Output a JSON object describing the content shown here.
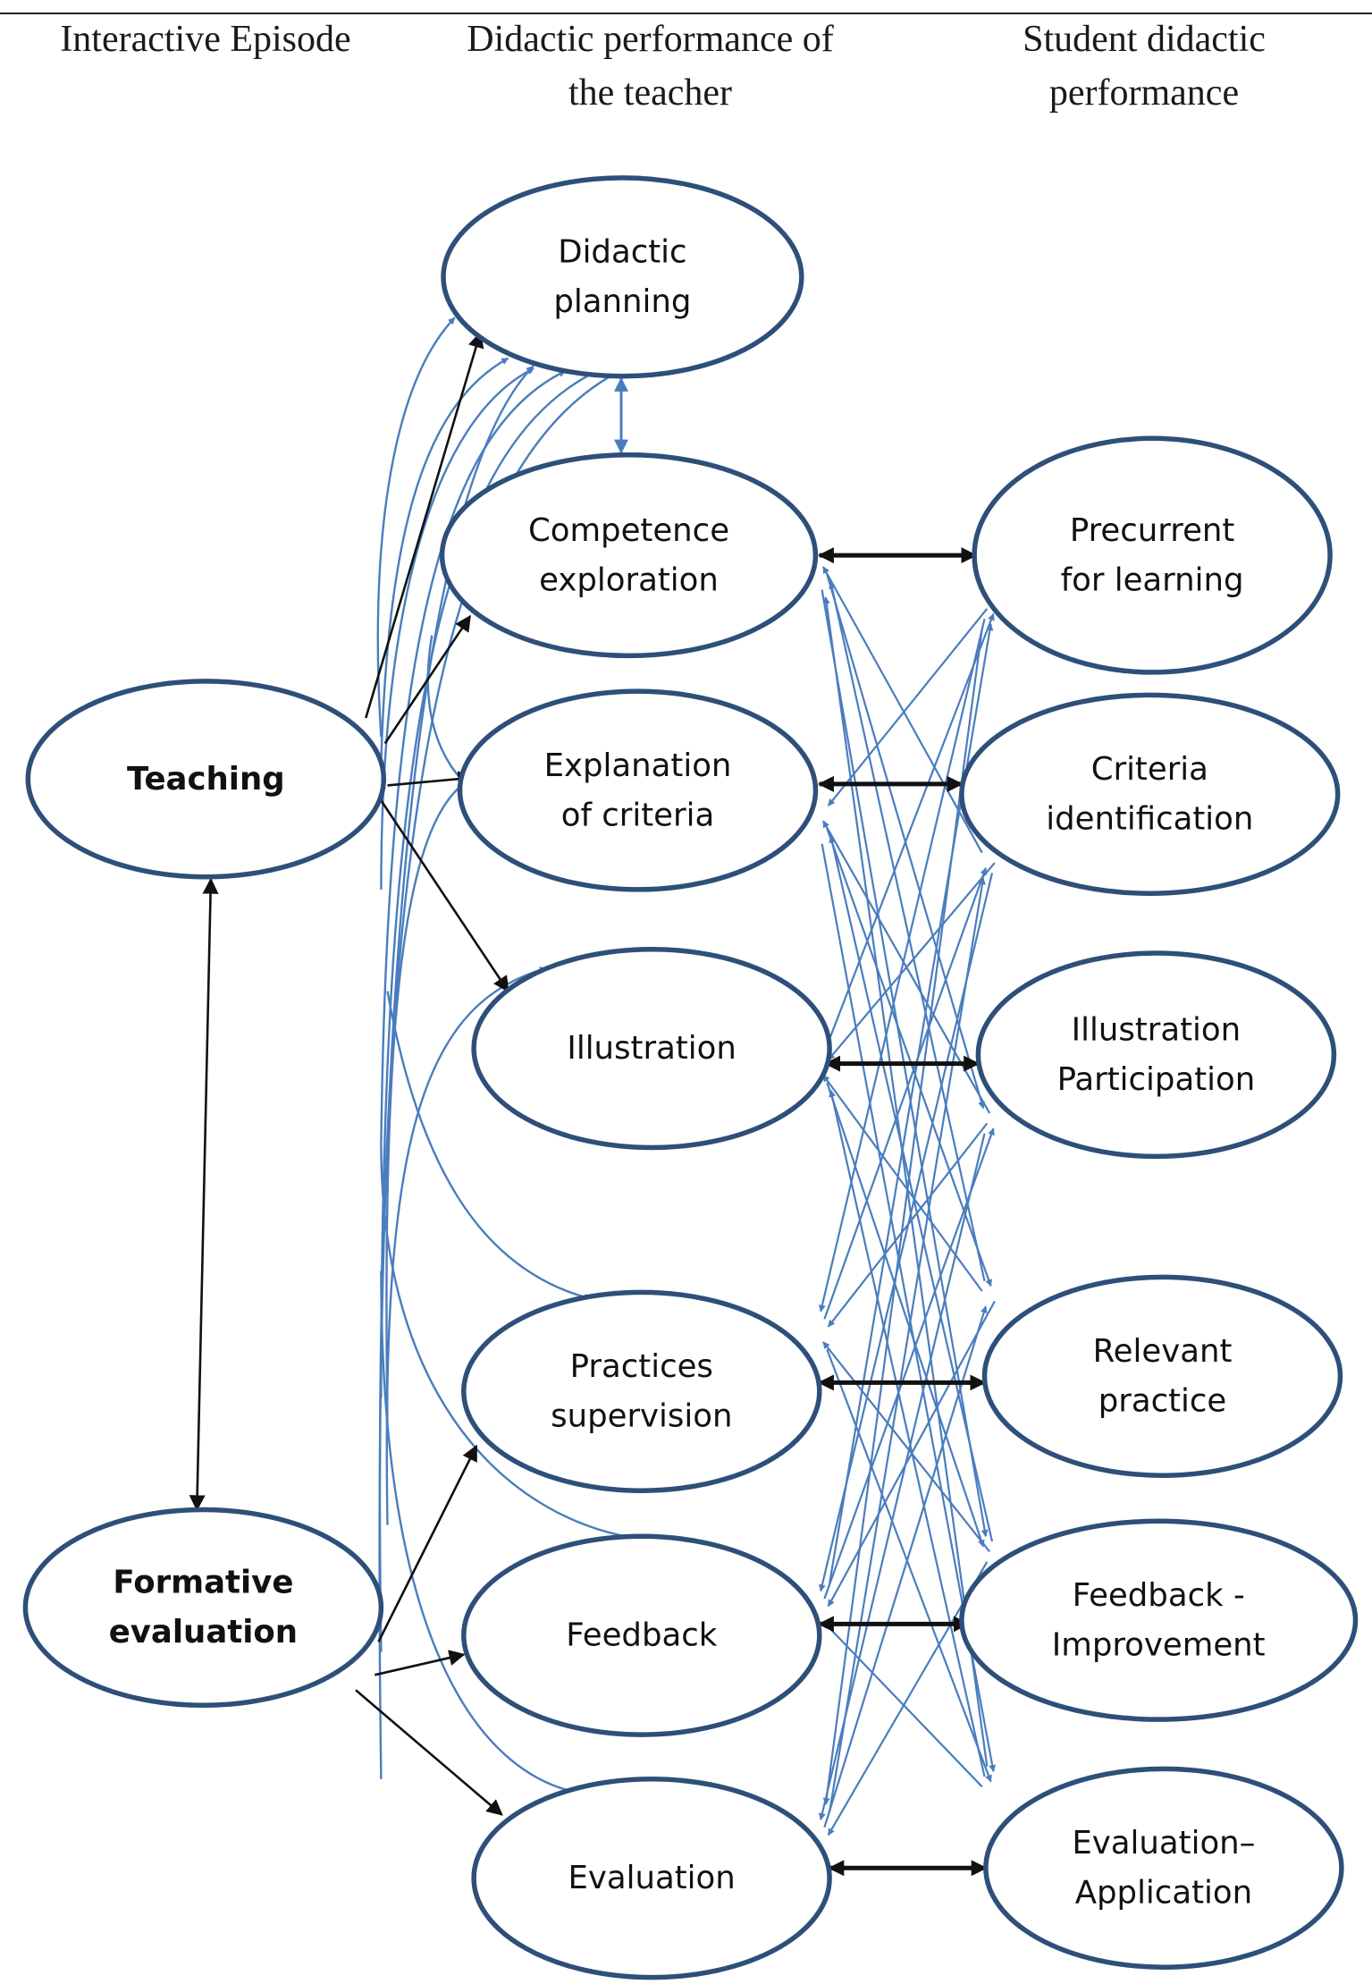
{
  "headers": {
    "col1": "Interactive Episode",
    "col2": "Didactic performance of\nthe teacher",
    "col3": "Student didactic\nperformance"
  },
  "colors": {
    "ellipse_stroke": "#2e4f7a",
    "blue_arrow": "#4a7dbd",
    "black_arrow": "#111111"
  },
  "nodes": {
    "teaching": [
      "Teaching"
    ],
    "formative": [
      "Formative",
      "evaluation"
    ],
    "planning": [
      "Didactic",
      "planning"
    ],
    "competence": [
      "Competence",
      "exploration"
    ],
    "explanation": [
      "Explanation",
      "of criteria"
    ],
    "illustration": [
      "Illustration"
    ],
    "practices": [
      "Practices",
      "supervision"
    ],
    "feedback": [
      "Feedback"
    ],
    "evaluation": [
      "Evaluation"
    ],
    "precurrent": [
      "Precurrent",
      "for learning"
    ],
    "criteria_id": [
      "Criteria",
      "identification"
    ],
    "illus_part": [
      "Illustration",
      "Participation"
    ],
    "relevant": [
      "Relevant",
      "practice"
    ],
    "feedback_imp": [
      "Feedback -",
      "Improvement"
    ],
    "eval_app": [
      "Evaluation–",
      "Application"
    ]
  }
}
